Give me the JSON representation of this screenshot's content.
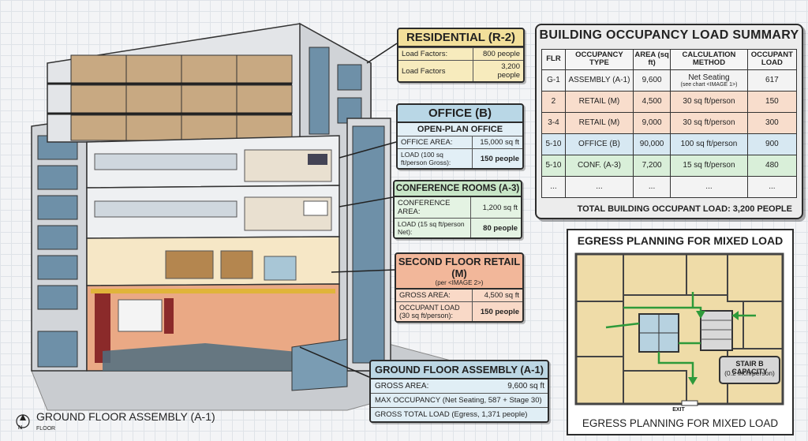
{
  "residential": {
    "title": "RESIDENTIAL (R-2)",
    "rows": [
      {
        "label": "Load Factors:",
        "value": "800 people"
      },
      {
        "label": "Load Factors",
        "value": "3,200 people"
      }
    ]
  },
  "office": {
    "title": "OFFICE (B)",
    "subtitle": "OPEN-PLAN OFFICE",
    "area_label": "OFFICE AREA:",
    "area_value": "15,000 sq ft",
    "load_label": "LOAD (100 sq ft/person Gross):",
    "load_value": "150 people"
  },
  "conference": {
    "title": "CONFERENCE ROOMS (A-3)",
    "area_label": "CONFERENCE AREA:",
    "area_value": "1,200 sq ft",
    "load_label": "LOAD (15 sq ft/person Net):",
    "load_value": "80 people"
  },
  "retail": {
    "title": "SECOND FLOOR RETAIL (M)",
    "subtitle": "(per <IMAGE 2>)",
    "area_label": "GROSS AREA:",
    "area_value": "4,500 sq ft",
    "load_label": "OCCUPANT LOAD (30 sq ft/person):",
    "load_value": "150 people"
  },
  "assembly": {
    "title": "GROUND FLOOR ASSEMBLY (A-1)",
    "area_label": "GROSS AREA:",
    "area_value": "9,600 sq ft",
    "max_text": "MAX OCCUPANCY (Net Seating, 587 + Stage 30)",
    "gross_text": "GROSS TOTAL LOAD (Egress, 1,371 people)"
  },
  "summary": {
    "title": "BUILDING OCCUPANCY LOAD SUMMARY",
    "headers": [
      "FLR",
      "OCCUPANCY TYPE",
      "AREA (sq ft)",
      "CALCULATION METHOD",
      "OCCUPANT LOAD"
    ],
    "rows": [
      {
        "flr": "G-1",
        "type": "ASSEMBLY (A-1)",
        "area": "9,600",
        "calc": "Net Seating",
        "calc_note": "(see chart <IMAGE 1>)",
        "load": "617",
        "color": "#f3f3f3"
      },
      {
        "flr": "2",
        "type": "RETAIL (M)",
        "area": "4,500",
        "calc": "30 sq ft/person",
        "calc_note": "",
        "load": "150",
        "color": "#f8ddcc"
      },
      {
        "flr": "3-4",
        "type": "RETAIL (M)",
        "area": "9,000",
        "calc": "30 sq ft/person",
        "calc_note": "",
        "load": "300",
        "color": "#f8ddcc"
      },
      {
        "flr": "5-10",
        "type": "OFFICE (B)",
        "area": "90,000",
        "calc": "100 sq ft/person",
        "calc_note": "",
        "load": "900",
        "color": "#d7e8f2"
      },
      {
        "flr": "5-10",
        "type": "CONF. (A-3)",
        "area": "7,200",
        "calc": "15 sq ft/person",
        "calc_note": "",
        "load": "480",
        "color": "#d9efd9"
      },
      {
        "flr": "...",
        "type": "...",
        "area": "...",
        "calc": "...",
        "calc_note": "",
        "load": "...",
        "color": "#f3f3f3"
      }
    ],
    "total": "TOTAL BUILDING OCCUPANT LOAD: 3,200 PEOPLE"
  },
  "egress": {
    "title": "EGRESS PLANNING FOR MIXED LOAD",
    "bottom_title": "EGRESS PLANNING FOR MIXED LOAD",
    "stair_label": "STAIR B CAPACITY",
    "stair_note": "(0.2 inch/person)",
    "exit_label": "EXIT"
  },
  "caption": {
    "title": "GROUND FLOOR ASSEMBLY (A-1)",
    "sub": "FLOOR",
    "north": "N"
  },
  "colors": {
    "residential": "#f2df9a",
    "office": "#b9d7e6",
    "conference": "#c8e6c7",
    "retail": "#f2b79a",
    "assembly": "#bcd7e4",
    "floor_plan": "#efdca8",
    "egress_arrow": "#2e9a3a"
  }
}
